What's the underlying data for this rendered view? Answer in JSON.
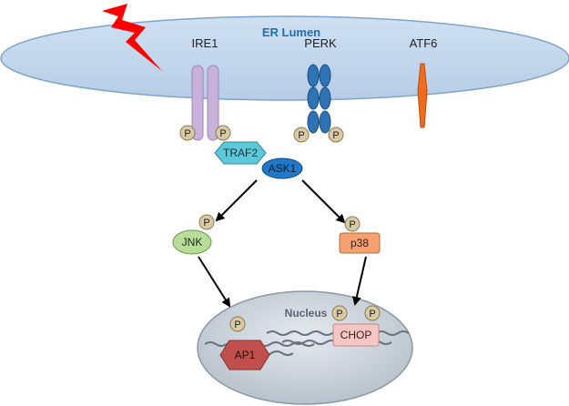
{
  "er_lumen": {
    "label": "ER Lumen",
    "color": "#bcd3ea",
    "label_color": "#1f6fb5"
  },
  "stress_icon": {
    "name": "lightning-bolt-icon",
    "color": "#ff0000"
  },
  "sensors": {
    "ire1": {
      "label": "IRE1",
      "color": "#c8b2dc"
    },
    "perk": {
      "label": "PERK",
      "color": "#2e74b5"
    },
    "atf6": {
      "label": "ATF6",
      "color": "#f26b1d"
    }
  },
  "phospho_label": "P",
  "phospho_color": "#d9caa3",
  "traf2": {
    "label": "TRAF2",
    "color": "#5ec8d8"
  },
  "ask1": {
    "label": "ASK1",
    "color": "#1f78c8"
  },
  "jnk": {
    "label": "JNK",
    "color": "#b9dc9a"
  },
  "p38": {
    "label": "p38",
    "color": "#f4a070"
  },
  "nucleus": {
    "label": "Nucleus",
    "color": "#c4ccd6"
  },
  "ap1": {
    "label": "AP1",
    "color": "#c0504d"
  },
  "chop": {
    "label": "CHOP",
    "color": "#f5c6c4"
  }
}
